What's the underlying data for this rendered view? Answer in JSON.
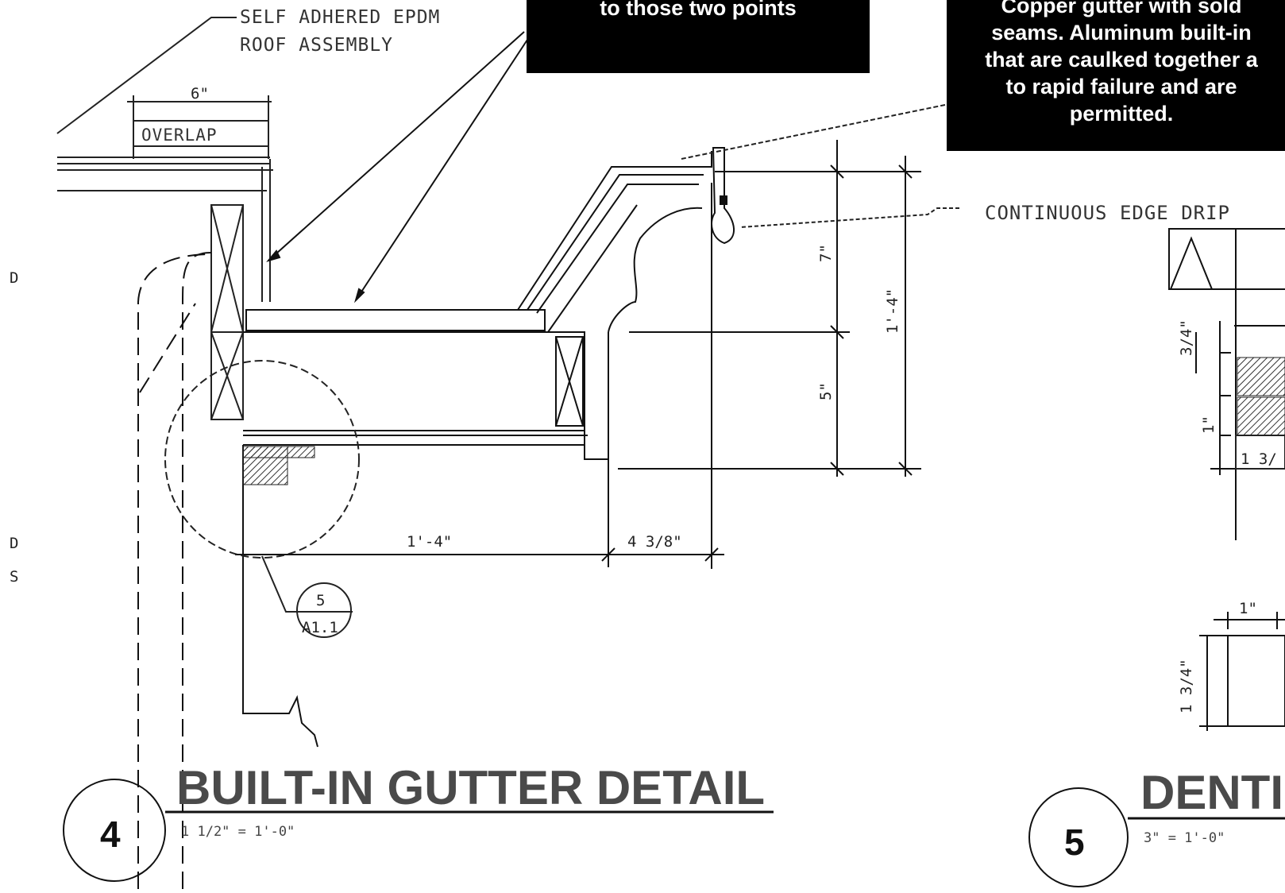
{
  "callouts": {
    "top": {
      "line1": "to those two points"
    },
    "right": {
      "line1": "Copper gutter with sold",
      "line2": "seams.  Aluminum built-in",
      "line3": "that are caulked together a",
      "line4": "to rapid failure and are",
      "line5": "permitted."
    }
  },
  "labels": {
    "epdm_line1": "SELF ADHERED EPDM",
    "epdm_line2": "ROOF ASSEMBLY",
    "overlap_dim": "6\"",
    "overlap_text": "OVERLAP",
    "edge_drip": "CONTINUOUS EDGE DRIP",
    "left_margin_1": "D",
    "left_margin_2": "D",
    "left_margin_3": "S"
  },
  "dimensions": {
    "d_7in": "7\"",
    "d_1ft4in_vert": "1'-4\"",
    "d_5in": "5\"",
    "d_1ft4in_horiz": "1'-4\"",
    "d_4_3_8": "4 3/8\"",
    "d_3_4": "3/4\"",
    "d_1in_vert": "1\"",
    "d_1_3_4_part": "1 3/",
    "d_1in_horiz": "1\"",
    "d_1_3_4_vert": "1 3/4\""
  },
  "section_marker": {
    "top": "5",
    "bottom": "A1.1"
  },
  "details": [
    {
      "number": "4",
      "title": "BUILT-IN GUTTER DETAIL",
      "scale": "1 1/2\" = 1'-0\""
    },
    {
      "number": "5",
      "title": "DENTI",
      "scale": "3\" = 1'-0\""
    }
  ],
  "colors": {
    "ink": "#111111",
    "callout_bg": "#000000",
    "callout_text": "#ffffff",
    "title_gray": "#4a4a4a"
  }
}
